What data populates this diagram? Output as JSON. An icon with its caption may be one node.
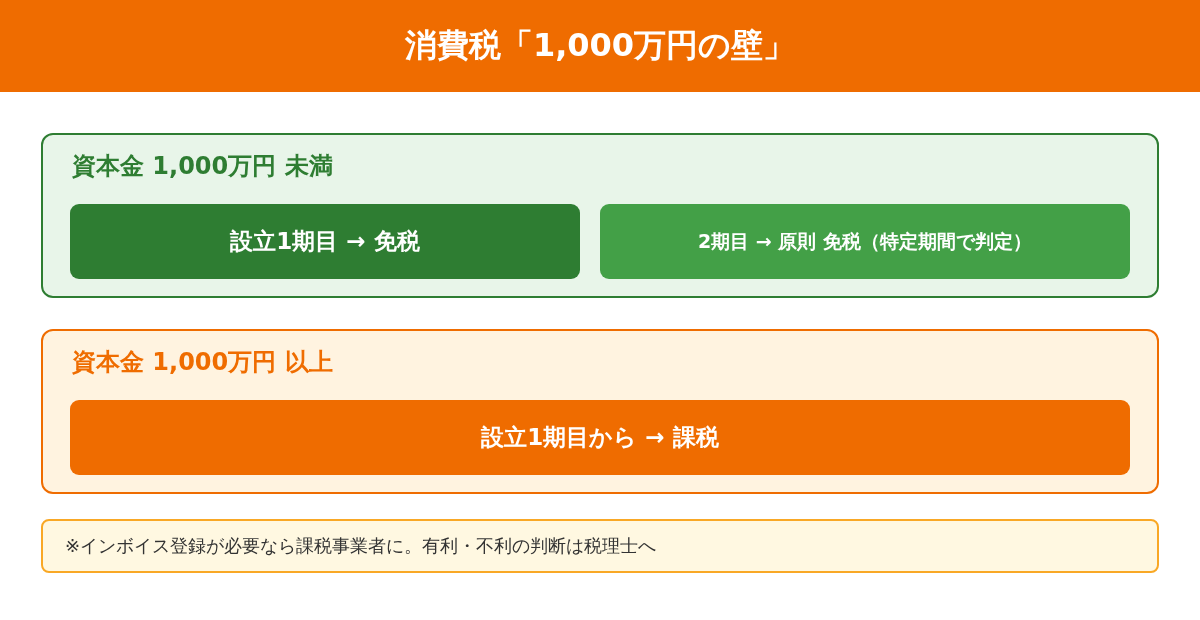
{
  "diagram": {
    "title": "消費税「1,000万円の壁」",
    "nodes": [
      {
        "text": [
          "資本金 1,000万円 未満"
        ]
      },
      {
        "text": [
          "設立1期目 → 免税"
        ],
        "in": 0
      },
      {
        "text": [
          "2期目 → 原則 免税（特定期間で判定）"
        ],
        "in": 0
      },
      {
        "text": [
          "資本金 1,000万円 以上"
        ]
      },
      {
        "text": [
          "設立1期目から → 課税"
        ],
        "in": 3
      },
      {
        "text": [
          "※インボイス登録が必要なら課税事業者に。有利・不利の判断は税理士へ"
        ]
      }
    ],
    "edges": []
  }
}
